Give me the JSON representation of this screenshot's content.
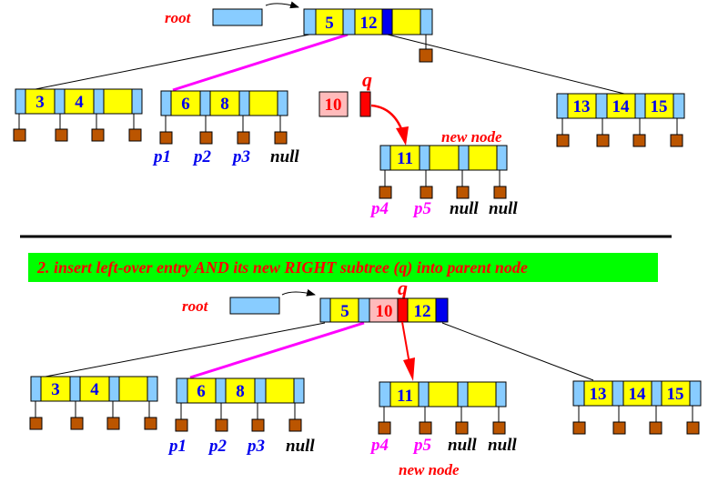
{
  "colors": {
    "pointer_cell": "#88ccff",
    "key_cell": "#ffff00",
    "highlight_key": "#ffbbbb",
    "q_pointer": "#ff0000",
    "blue_pointer": "#0000ee",
    "child_box": "#bb5500",
    "banner_bg": "#00ff00",
    "magenta": "#ff00ff"
  },
  "top": {
    "root_label": "root",
    "root_node": {
      "keys": [
        "5",
        "12",
        ""
      ]
    },
    "left_leaf": {
      "keys": [
        "3",
        "4",
        ""
      ]
    },
    "mid_leaf": {
      "keys": [
        "6",
        "8",
        ""
      ],
      "child_labels": [
        "p1",
        "p2",
        "p3",
        "null"
      ]
    },
    "leftover_entry": "10",
    "q_label": "q",
    "new_node_label": "new node",
    "new_node": {
      "keys": [
        "11",
        "",
        ""
      ],
      "child_labels": [
        "p4",
        "p5",
        "null",
        "null"
      ]
    },
    "right_leaf": {
      "keys": [
        "13",
        "14",
        "15"
      ]
    }
  },
  "banner": {
    "text": "2. insert left-over entry AND its new RIGHT subtree (q) into parent node"
  },
  "bottom": {
    "root_label": "root",
    "q_label": "q",
    "root_node": {
      "keys": [
        "5",
        "10",
        "12"
      ]
    },
    "left_leaf": {
      "keys": [
        "3",
        "4",
        ""
      ]
    },
    "mid_leaf": {
      "keys": [
        "6",
        "8",
        ""
      ],
      "child_labels": [
        "p1",
        "p2",
        "p3",
        "null"
      ]
    },
    "new_node": {
      "keys": [
        "11",
        "",
        ""
      ],
      "child_labels": [
        "p4",
        "p5",
        "null",
        "null"
      ]
    },
    "new_node_label": "new node",
    "right_leaf": {
      "keys": [
        "13",
        "14",
        "15"
      ]
    }
  }
}
